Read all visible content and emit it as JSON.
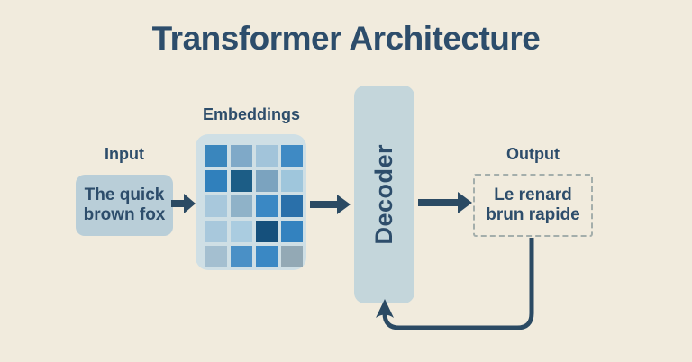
{
  "title": "Transformer Architecture",
  "colors": {
    "background": "#f1ebdd",
    "ink": "#2d4d6b",
    "arrow": "#2b4a63",
    "input_box_fill": "#b9ced8",
    "embeddings_box_fill": "#cfdfe5",
    "decoder_box_fill": "#c4d6db",
    "output_box_border": "#a4aeab"
  },
  "input": {
    "label": "Input",
    "text": "The quick brown fox"
  },
  "embeddings": {
    "label": "Embeddings",
    "grid": {
      "rows": 5,
      "cols": 4,
      "cell_colors": [
        [
          "#3a86bd",
          "#7fa9c8",
          "#a2c4da",
          "#3f8ac4"
        ],
        [
          "#3080bc",
          "#1c5d86",
          "#7ba3bf",
          "#9fc6dc"
        ],
        [
          "#a8c8dc",
          "#8fb2c8",
          "#3a88c4",
          "#2a70aa"
        ],
        [
          "#a8c8dc",
          "#aacce0",
          "#15507c",
          "#3382bf"
        ],
        [
          "#a4bfd0",
          "#4a90c6",
          "#3a88c4",
          "#93a9b5"
        ]
      ]
    }
  },
  "decoder": {
    "label": "Decoder"
  },
  "output": {
    "label": "Output",
    "text": "Le renard brun rapide"
  }
}
